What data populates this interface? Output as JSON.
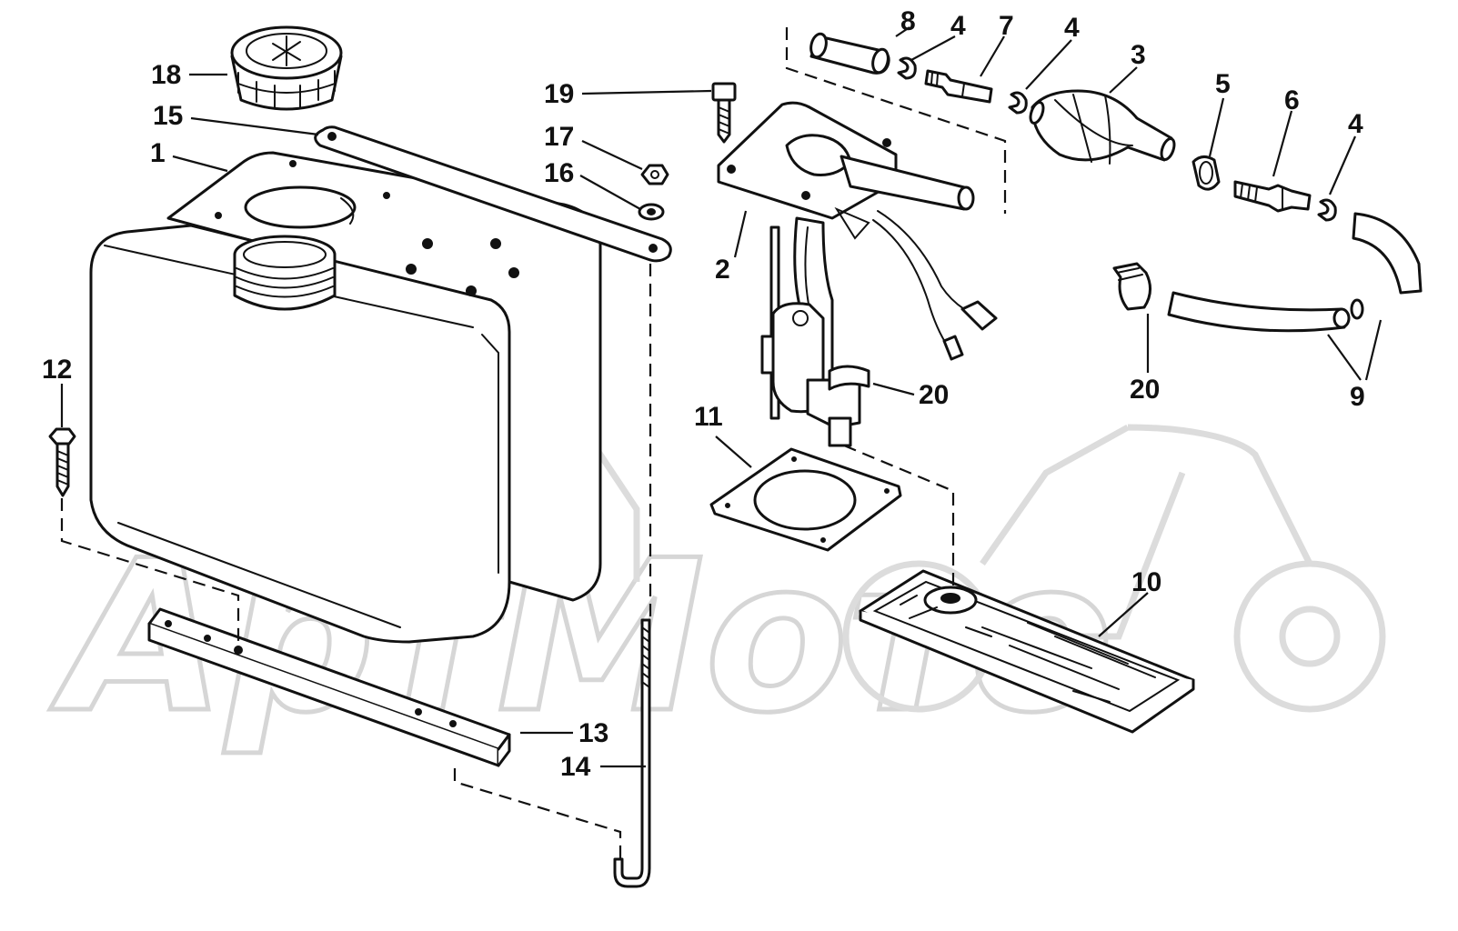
{
  "diagram": {
    "watermark": "АртМото",
    "callouts": [
      "1",
      "2",
      "3",
      "4",
      "5",
      "6",
      "7",
      "8",
      "9",
      "10",
      "11",
      "12",
      "13",
      "14",
      "15",
      "16",
      "17",
      "18",
      "19",
      "20"
    ]
  },
  "colors": {
    "line": "#111111",
    "background": "#ffffff",
    "watermark": "#d6d6d6"
  }
}
